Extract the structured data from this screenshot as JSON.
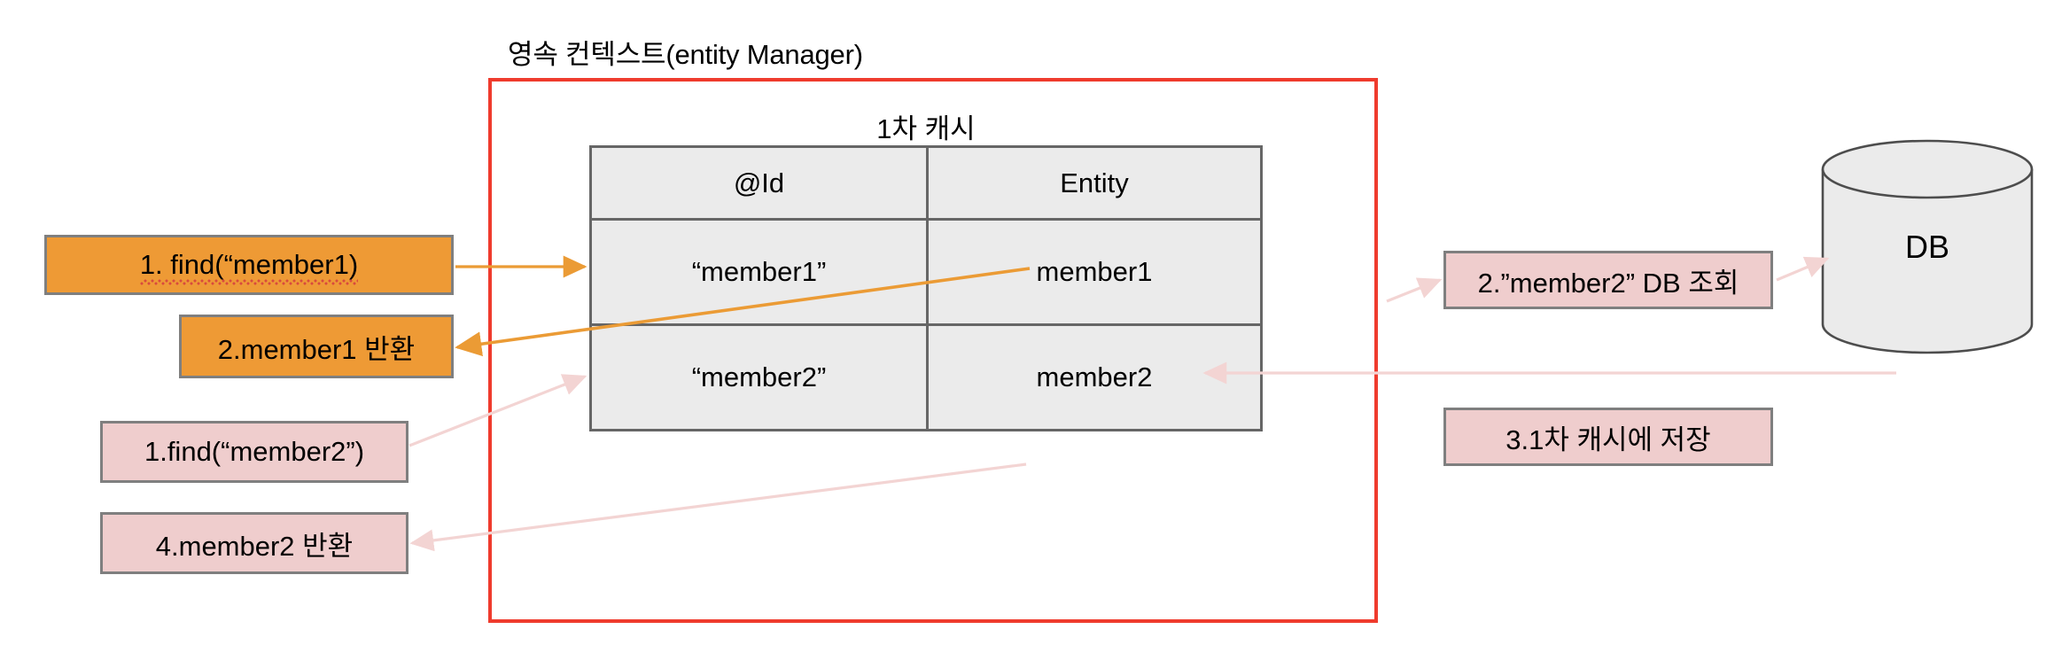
{
  "diagram": {
    "title": "영속 컨텍스트(entity Manager)",
    "cache_title": "1차 캐시",
    "table": {
      "headers": [
        "@Id",
        "Entity"
      ],
      "rows": [
        [
          "“member1”",
          "member1"
        ],
        [
          "“member2”",
          "member2"
        ]
      ]
    },
    "database": {
      "label": "DB"
    },
    "callouts": {
      "find_member1": "1. find(“member1)",
      "return_member1": "2.member1 반환",
      "find_member2": "1.find(“member2”)",
      "return_member2": "4.member2 반환",
      "db_query_member2": "2.”member2” DB 조회",
      "store_in_cache": "3.1차 캐시에 저장"
    },
    "colors": {
      "context_border": "#ef3b2d",
      "orange_fill": "#ee9a35",
      "pink_fill": "#efcdcd",
      "cell_fill": "#ebebeb",
      "cell_border": "#666666",
      "box_border": "#7f7f7f",
      "orange_arrow": "#eb9b35",
      "pink_arrow": "#f3d4d3",
      "db_fill": "#ebebeb",
      "db_stroke": "#4d4d4d",
      "squiggle": "#d94a3d"
    }
  }
}
